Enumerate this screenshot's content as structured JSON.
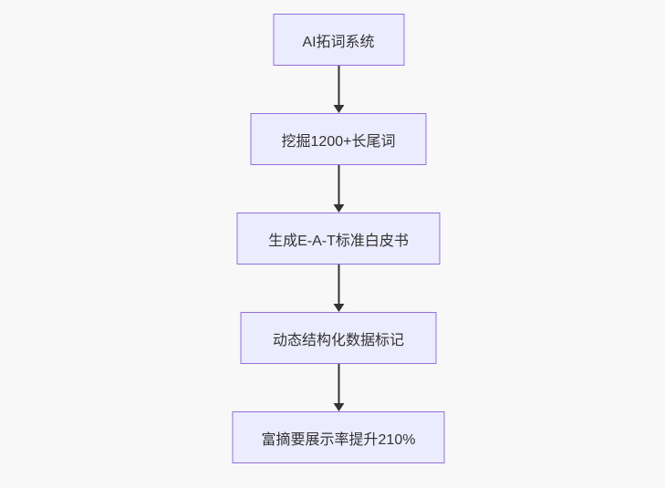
{
  "diagram": {
    "type": "flowchart-vertical",
    "nodes": [
      {
        "label": "AI拓词系统"
      },
      {
        "label": "挖掘1200+长尾词"
      },
      {
        "label": "生成E-A-T标准白皮书"
      },
      {
        "label": "动态结构化数据标记"
      },
      {
        "label": "富摘要展示率提升210%"
      }
    ],
    "edges": [
      {
        "from": 0,
        "to": 1
      },
      {
        "from": 1,
        "to": 2
      },
      {
        "from": 2,
        "to": 3
      },
      {
        "from": 3,
        "to": 4
      }
    ],
    "colors": {
      "node_fill": "#ECECFF",
      "node_border": "#9370DB",
      "edge": "#333333",
      "text": "#333333",
      "background": "#f8f8f8"
    }
  }
}
